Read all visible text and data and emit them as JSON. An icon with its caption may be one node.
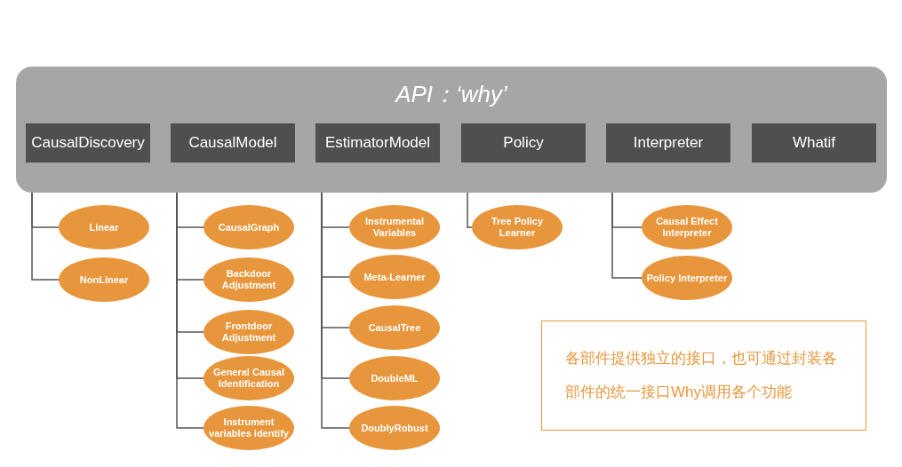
{
  "diagram": {
    "nodes": [
      {
        "text": [
          "API：‘why’"
        ]
      },
      {
        "text": [
          "CausalDiscovery"
        ],
        "in": 0
      },
      {
        "text": [
          "CausalModel"
        ],
        "in": 0
      },
      {
        "text": [
          "EstimatorModel"
        ],
        "in": 0
      },
      {
        "text": [
          "Policy"
        ],
        "in": 0
      },
      {
        "text": [
          "Interpreter"
        ],
        "in": 0
      },
      {
        "text": [
          "Whatif"
        ],
        "in": 0
      },
      {
        "text": [
          "Linear"
        ]
      },
      {
        "text": [
          "NonLinear"
        ]
      },
      {
        "text": [
          "CausalGraph"
        ]
      },
      {
        "text": [
          "Backdoor Adjustment"
        ]
      },
      {
        "text": [
          "Frontdoor Adjustment"
        ]
      },
      {
        "text": [
          "General Causal Identification"
        ]
      },
      {
        "text": [
          "Instrument variables identify"
        ]
      },
      {
        "text": [
          "Instrumental Variables"
        ]
      },
      {
        "text": [
          "Meta-Learner"
        ]
      },
      {
        "text": [
          "CausalTree"
        ]
      },
      {
        "text": [
          "DoubleML"
        ]
      },
      {
        "text": [
          "DoublyRobust"
        ]
      },
      {
        "text": [
          "Tree Policy Learner"
        ]
      },
      {
        "text": [
          "Causal Effect Interpreter"
        ]
      },
      {
        "text": [
          "Policy Interpreter"
        ]
      },
      {
        "text": [
          "各部件提供独立的接口，也可通过封装各部件的统一接口Why调用各个功能"
        ]
      }
    ],
    "edges": [
      {
        "from": 1,
        "to": 7,
        "arrow": "none"
      },
      {
        "from": 1,
        "to": 8,
        "arrow": "none"
      },
      {
        "from": 2,
        "to": 9,
        "arrow": "none"
      },
      {
        "from": 2,
        "to": 10,
        "arrow": "none"
      },
      {
        "from": 2,
        "to": 11,
        "arrow": "none"
      },
      {
        "from": 2,
        "to": 12,
        "arrow": "none"
      },
      {
        "from": 2,
        "to": 13,
        "arrow": "none"
      },
      {
        "from": 3,
        "to": 14,
        "arrow": "none"
      },
      {
        "from": 3,
        "to": 15,
        "arrow": "none"
      },
      {
        "from": 3,
        "to": 16,
        "arrow": "none"
      },
      {
        "from": 3,
        "to": 17,
        "arrow": "none"
      },
      {
        "from": 3,
        "to": 18,
        "arrow": "none"
      },
      {
        "from": 4,
        "to": 19,
        "arrow": "none"
      },
      {
        "from": 5,
        "to": 20,
        "arrow": "none"
      },
      {
        "from": 5,
        "to": 21,
        "arrow": "none"
      }
    ]
  }
}
